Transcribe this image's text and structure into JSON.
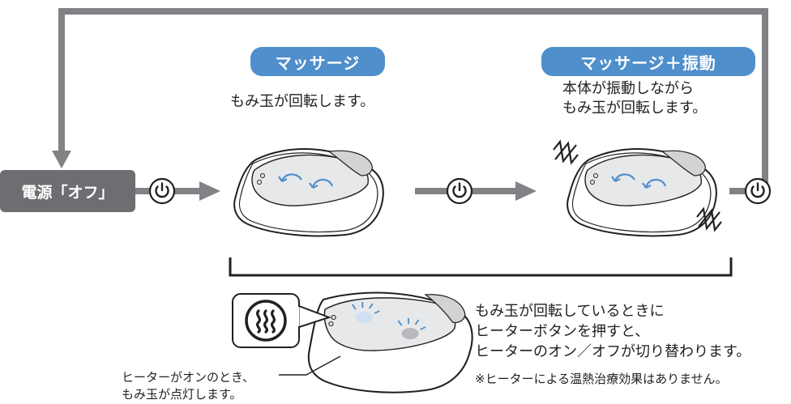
{
  "power_off_label": "電源「オフ」",
  "modes": [
    {
      "name": "マッサージ",
      "description": [
        "もみ玉が回転します。"
      ]
    },
    {
      "name": "マッサージ＋振動",
      "description": [
        "本体が振動しながら",
        "もみ玉が回転します。"
      ]
    }
  ],
  "heater": {
    "description": [
      "もみ玉が回転しているときに",
      "ヒーターボタンを押すと、",
      "ヒーターのオン／オフが切り替わります。"
    ],
    "note": "※ヒーターによる温熱治療効果はありません。",
    "callout": [
      "ヒーターがオンのとき、",
      "もみ玉が点灯します。"
    ]
  },
  "colors": {
    "flow_line": "#808285",
    "pill": "#4f8fcb",
    "state_box": "#6d6e71",
    "glow": "#4f8fcb"
  },
  "icons": [
    "power-icon",
    "heater-icon",
    "massager-icon",
    "vibration-icon"
  ]
}
